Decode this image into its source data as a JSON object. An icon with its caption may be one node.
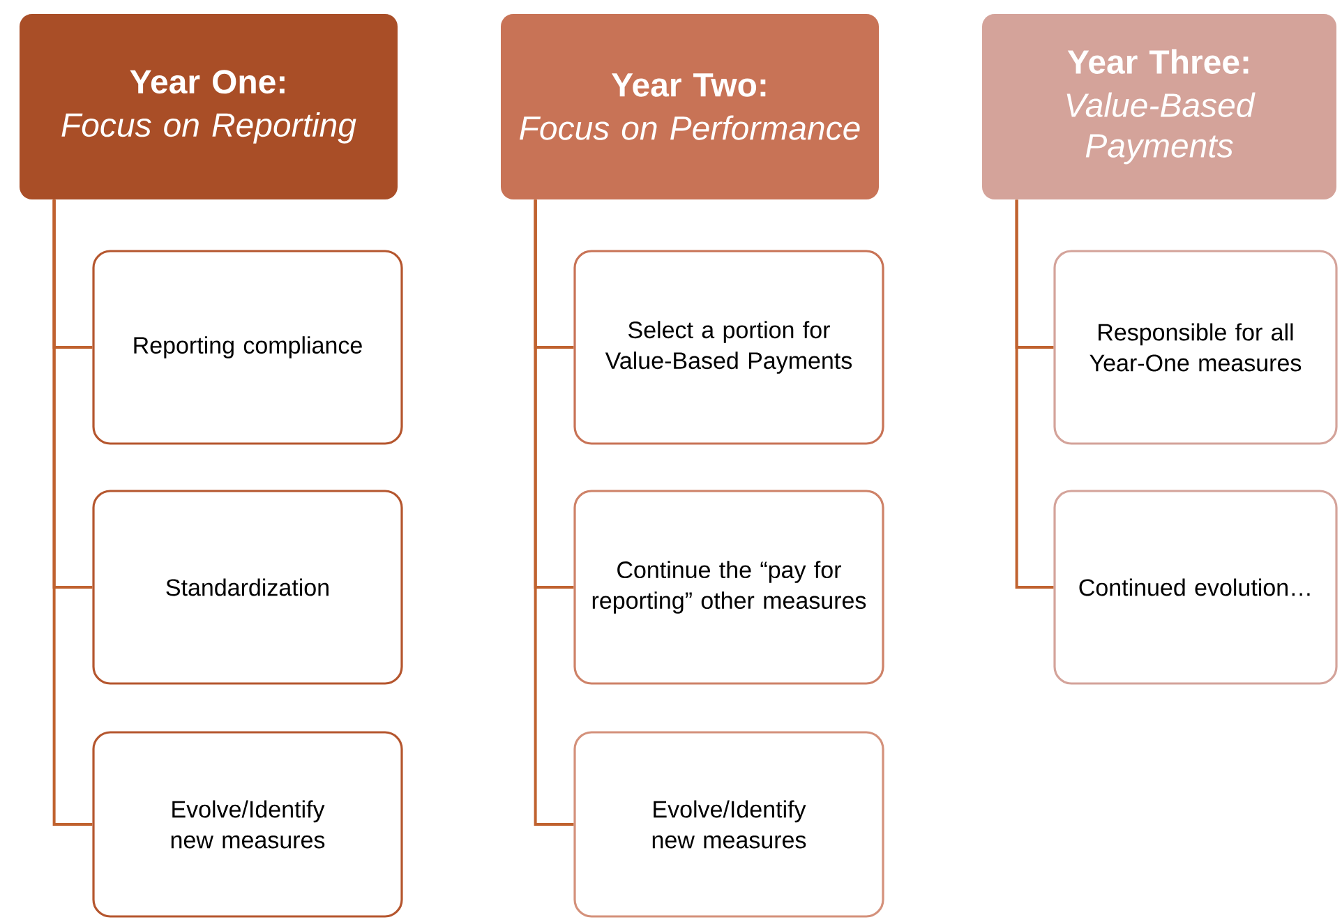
{
  "diagram": {
    "nodes": [
      {
        "text": [
          "Year One:",
          "Focus on Reporting"
        ]
      },
      {
        "text": [
          "Reporting compliance"
        ]
      },
      {
        "text": [
          "Standardization"
        ]
      },
      {
        "text": [
          "Evolve/Identify new measures"
        ]
      },
      {
        "text": [
          "Year Two:",
          "Focus on Performance"
        ]
      },
      {
        "text": [
          "Select  a portion for Value-Based Payments"
        ]
      },
      {
        "text": [
          "Continue the “pay for reporting” other measures"
        ]
      },
      {
        "text": [
          "Evolve/Identify new measures"
        ]
      },
      {
        "text": [
          "Year Three:",
          "Value-Based Payments"
        ]
      },
      {
        "text": [
          "Responsible for all Year-One measures"
        ]
      },
      {
        "text": [
          "Continued evolution…"
        ]
      }
    ],
    "edges": [
      {
        "from": 0,
        "to": 1,
        "arrow": "none"
      },
      {
        "from": 0,
        "to": 2,
        "arrow": "none"
      },
      {
        "from": 0,
        "to": 3,
        "arrow": "none"
      },
      {
        "from": 4,
        "to": 5,
        "arrow": "none"
      },
      {
        "from": 4,
        "to": 6,
        "arrow": "none"
      },
      {
        "from": 4,
        "to": 7,
        "arrow": "none"
      },
      {
        "from": 8,
        "to": 9,
        "arrow": "none"
      },
      {
        "from": 8,
        "to": 10,
        "arrow": "none"
      }
    ]
  }
}
